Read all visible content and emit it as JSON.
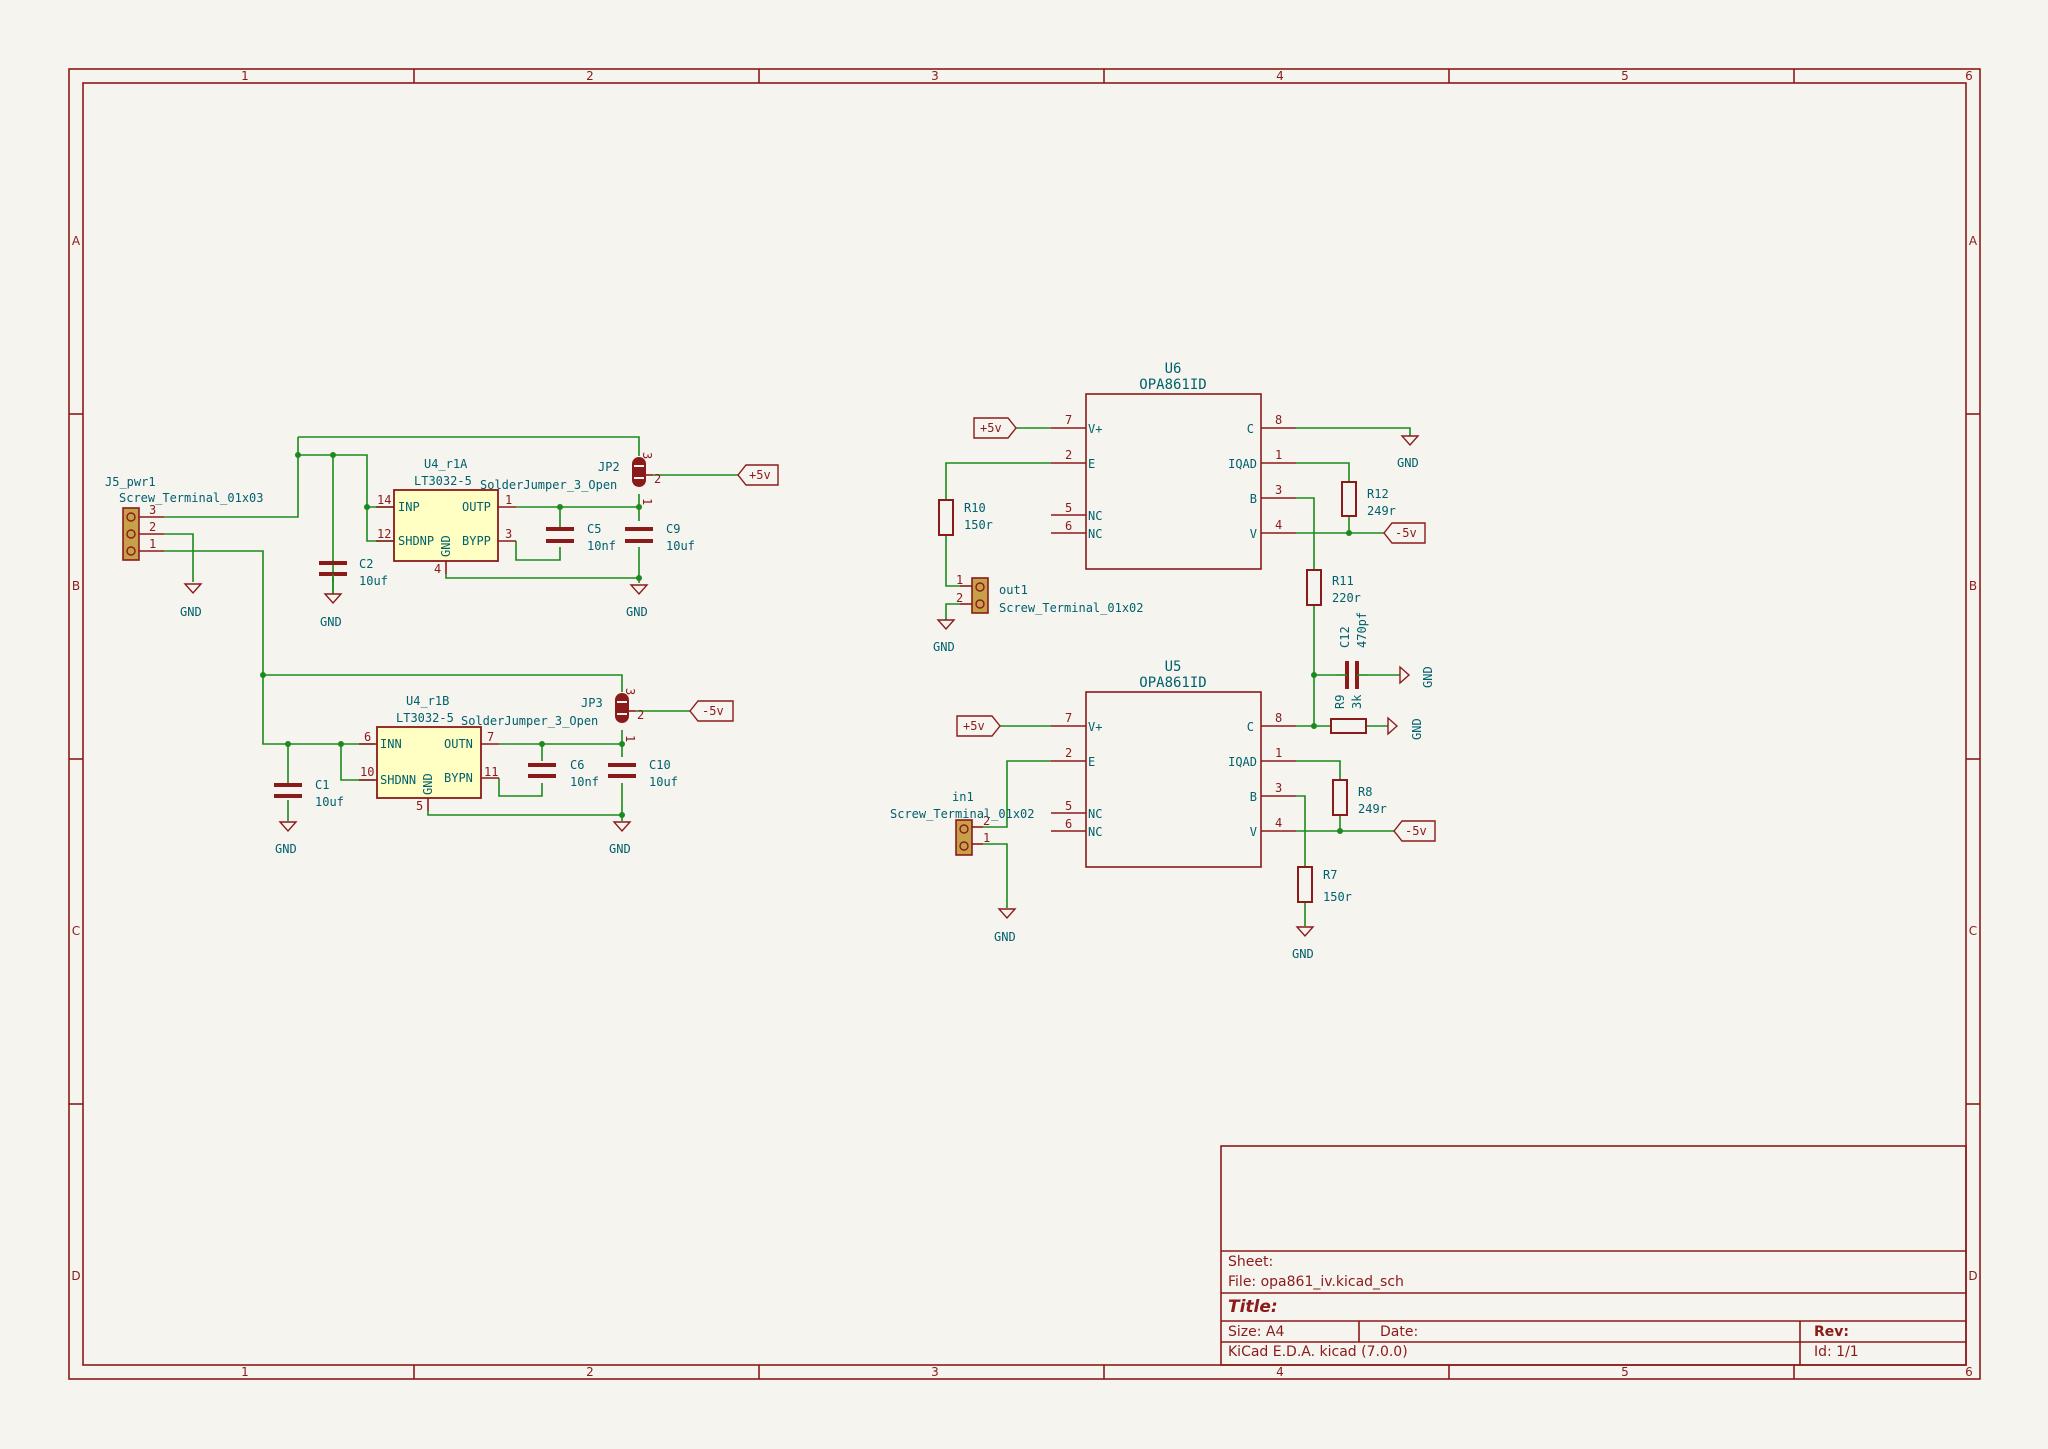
{
  "frame": {
    "columns": [
      "1",
      "2",
      "3",
      "4",
      "5",
      "6"
    ],
    "rows": [
      "A",
      "B",
      "C",
      "D"
    ]
  },
  "title_block": {
    "sheet": "Sheet:",
    "file": "File: opa861_iv.kicad_sch",
    "title": "Title:",
    "size": "Size: A4",
    "date": "Date:",
    "rev": "Rev:",
    "tool": "KiCad E.D.A.  kicad (7.0.0)",
    "id": "Id: 1/1"
  },
  "power": {
    "gnd": "GND",
    "plus5": "+5v",
    "minus5": "-5v"
  },
  "components": {
    "J5": {
      "ref": "J5_pwr1",
      "value": "Screw_Terminal_01x03",
      "pins": [
        "3",
        "2",
        "1"
      ]
    },
    "U4A": {
      "ref": "U4_r1A",
      "value": "LT3032-5",
      "pins": {
        "inp": "INP",
        "shdnp": "SHDNP",
        "outp": "OUTP",
        "bypp": "BYPP",
        "gnd": "GND",
        "n14": "14",
        "n12": "12",
        "n1": "1",
        "n3": "3",
        "n4": "4"
      }
    },
    "U4B": {
      "ref": "U4_r1B",
      "value": "LT3032-5",
      "pins": {
        "inn": "INN",
        "shdnn": "SHDNN",
        "outn": "OUTN",
        "bypn": "BYPN",
        "gnd": "GND",
        "n6": "6",
        "n10": "10",
        "n7": "7",
        "n11": "11",
        "n5": "5"
      }
    },
    "JP2": {
      "ref": "JP2",
      "value": "SolderJumper_3_Open",
      "pins": [
        "3",
        "2",
        "1"
      ]
    },
    "JP3": {
      "ref": "JP3",
      "value": "SolderJumper_3_Open",
      "pins": [
        "3",
        "2",
        "1"
      ]
    },
    "C1": {
      "ref": "C1",
      "value": "10uf"
    },
    "C2": {
      "ref": "C2",
      "value": "10uf"
    },
    "C5": {
      "ref": "C5",
      "value": "10nf"
    },
    "C6": {
      "ref": "C6",
      "value": "10nf"
    },
    "C9": {
      "ref": "C9",
      "value": "10uf"
    },
    "C10": {
      "ref": "C10",
      "value": "10uf"
    },
    "C12": {
      "ref": "C12",
      "value": "470pf"
    },
    "U6": {
      "ref": "U6",
      "value": "OPA861ID",
      "pins": {
        "vplus": "V+",
        "e": "E",
        "nc": "NC",
        "c": "C",
        "iqad": "IQAD",
        "b": "B",
        "v": "V",
        "n7": "7",
        "n2": "2",
        "n5": "5",
        "n6": "6",
        "n8": "8",
        "n1": "1",
        "n3": "3",
        "n4": "4"
      }
    },
    "U5": {
      "ref": "U5",
      "value": "OPA861ID",
      "pins": {
        "vplus": "V+",
        "e": "E",
        "nc": "NC",
        "c": "C",
        "iqad": "IQAD",
        "b": "B",
        "v": "V",
        "n7": "7",
        "n2": "2",
        "n5": "5",
        "n6": "6",
        "n8": "8",
        "n1": "1",
        "n3": "3",
        "n4": "4"
      }
    },
    "R7": {
      "ref": "R7",
      "value": "150r"
    },
    "R8": {
      "ref": "R8",
      "value": "249r"
    },
    "R9": {
      "ref": "R9",
      "value": "3k"
    },
    "R10": {
      "ref": "R10",
      "value": "150r"
    },
    "R11": {
      "ref": "R11",
      "value": "220r"
    },
    "R12": {
      "ref": "R12",
      "value": "249r"
    },
    "out1": {
      "ref": "out1",
      "value": "Screw_Terminal_01x02",
      "pins": [
        "1",
        "2"
      ]
    },
    "in1": {
      "ref": "in1",
      "value": "Screw_Terminal_01x02",
      "pins": [
        "2",
        "1"
      ]
    }
  }
}
